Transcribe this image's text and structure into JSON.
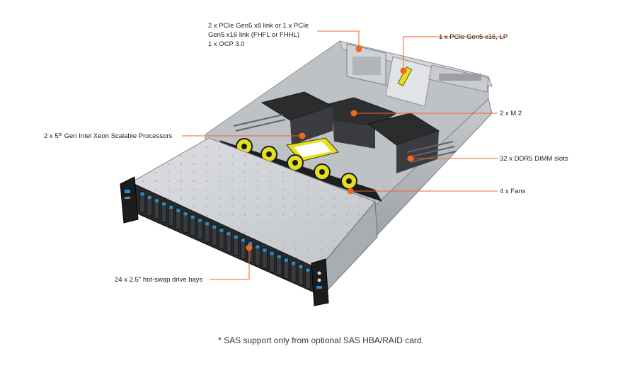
{
  "callouts": {
    "pcie_gen5_x8": {
      "line1": "2 x PCIe Gen5 x8 link or 1 x PCIe",
      "line2": "Gen5 x16 link (FHFL or FHHL)",
      "line3": "1 x OCP 3.0"
    },
    "pcie_gen5_x16_lp": "1 x PCIe Gen5 x16, LP",
    "m2": "2 x M.2",
    "processors": {
      "prefix": "2 x 5",
      "superscript": "th",
      "suffix": " Gen Intel Xeon Scalable Processors"
    },
    "dimm": "32 x DDR5 DIMM slots",
    "fans": "4 x Fans",
    "drive_bays": "24 x 2.5\" hot-swap drive bays"
  },
  "footnote": "* SAS support only from optional SAS HBA/RAID card.",
  "colors": {
    "accent": "#f26522",
    "chassis_light": "#d9dbdd",
    "chassis_mid": "#b9bcc0",
    "chassis_dark": "#2a2b2d",
    "fan_yellow": "#e6df1f",
    "drive_blue": "#1f8fd6"
  }
}
